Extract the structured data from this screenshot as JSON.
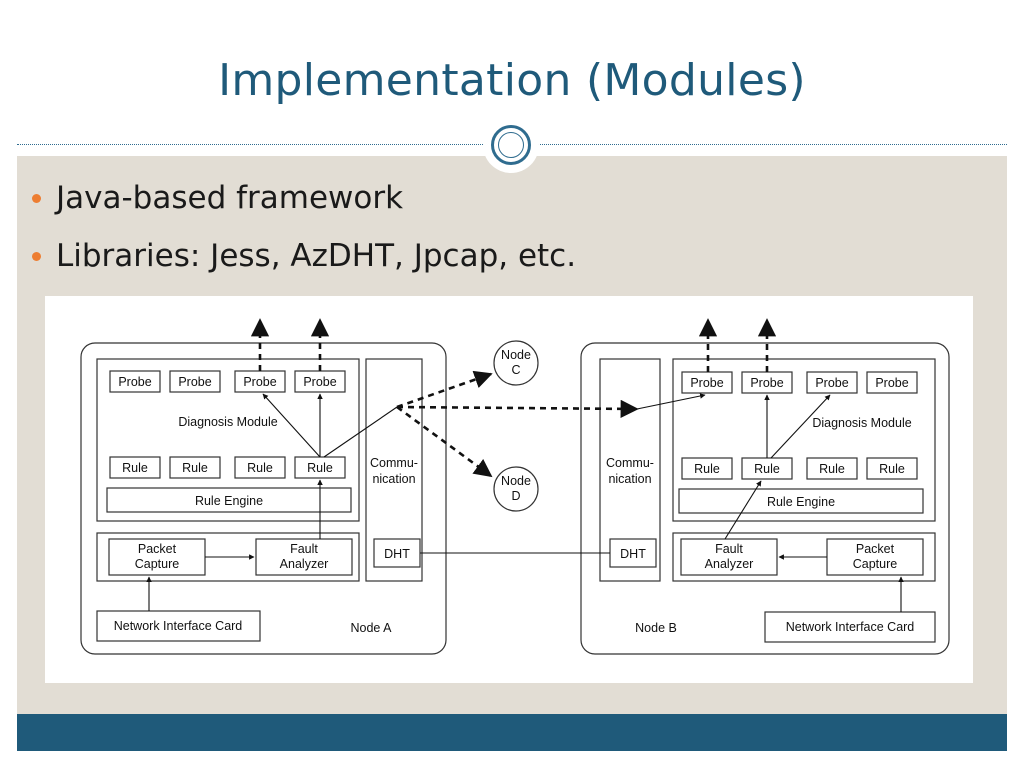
{
  "slide": {
    "title": "Implementation (Modules)",
    "bullets": [
      "Java-based framework",
      "Libraries: Jess, AzDHT, Jpcap, etc."
    ]
  },
  "diagram": {
    "node_a": {
      "label": "Node A",
      "probes": [
        "Probe",
        "Probe",
        "Probe",
        "Probe"
      ],
      "diagnosis_module": "Diagnosis Module",
      "rules": [
        "Rule",
        "Rule",
        "Rule",
        "Rule"
      ],
      "rule_engine": "Rule Engine",
      "packet_capture": [
        "Packet",
        "Capture"
      ],
      "fault_analyzer": [
        "Fault",
        "Analyzer"
      ],
      "network_interface_card": "Network Interface Card",
      "communication": [
        "Commu-",
        "nication"
      ],
      "dht": "DHT"
    },
    "node_b": {
      "label": "Node B",
      "probes": [
        "Probe",
        "Probe",
        "Probe",
        "Probe"
      ],
      "diagnosis_module": "Diagnosis Module",
      "rules": [
        "Rule",
        "Rule",
        "Rule",
        "Rule"
      ],
      "rule_engine": "Rule Engine",
      "packet_capture": [
        "Packet",
        "Capture"
      ],
      "fault_analyzer": [
        "Fault",
        "Analyzer"
      ],
      "network_interface_card": "Network Interface Card",
      "communication": [
        "Commu-",
        "nication"
      ],
      "dht": "DHT"
    },
    "node_c": [
      "Node",
      "C"
    ],
    "node_d": [
      "Node",
      "D"
    ]
  },
  "colors": {
    "title": "#1f5a7a",
    "accent": "#ed7d31",
    "band": "#e2ddd4",
    "footer": "#1f5a7a"
  }
}
